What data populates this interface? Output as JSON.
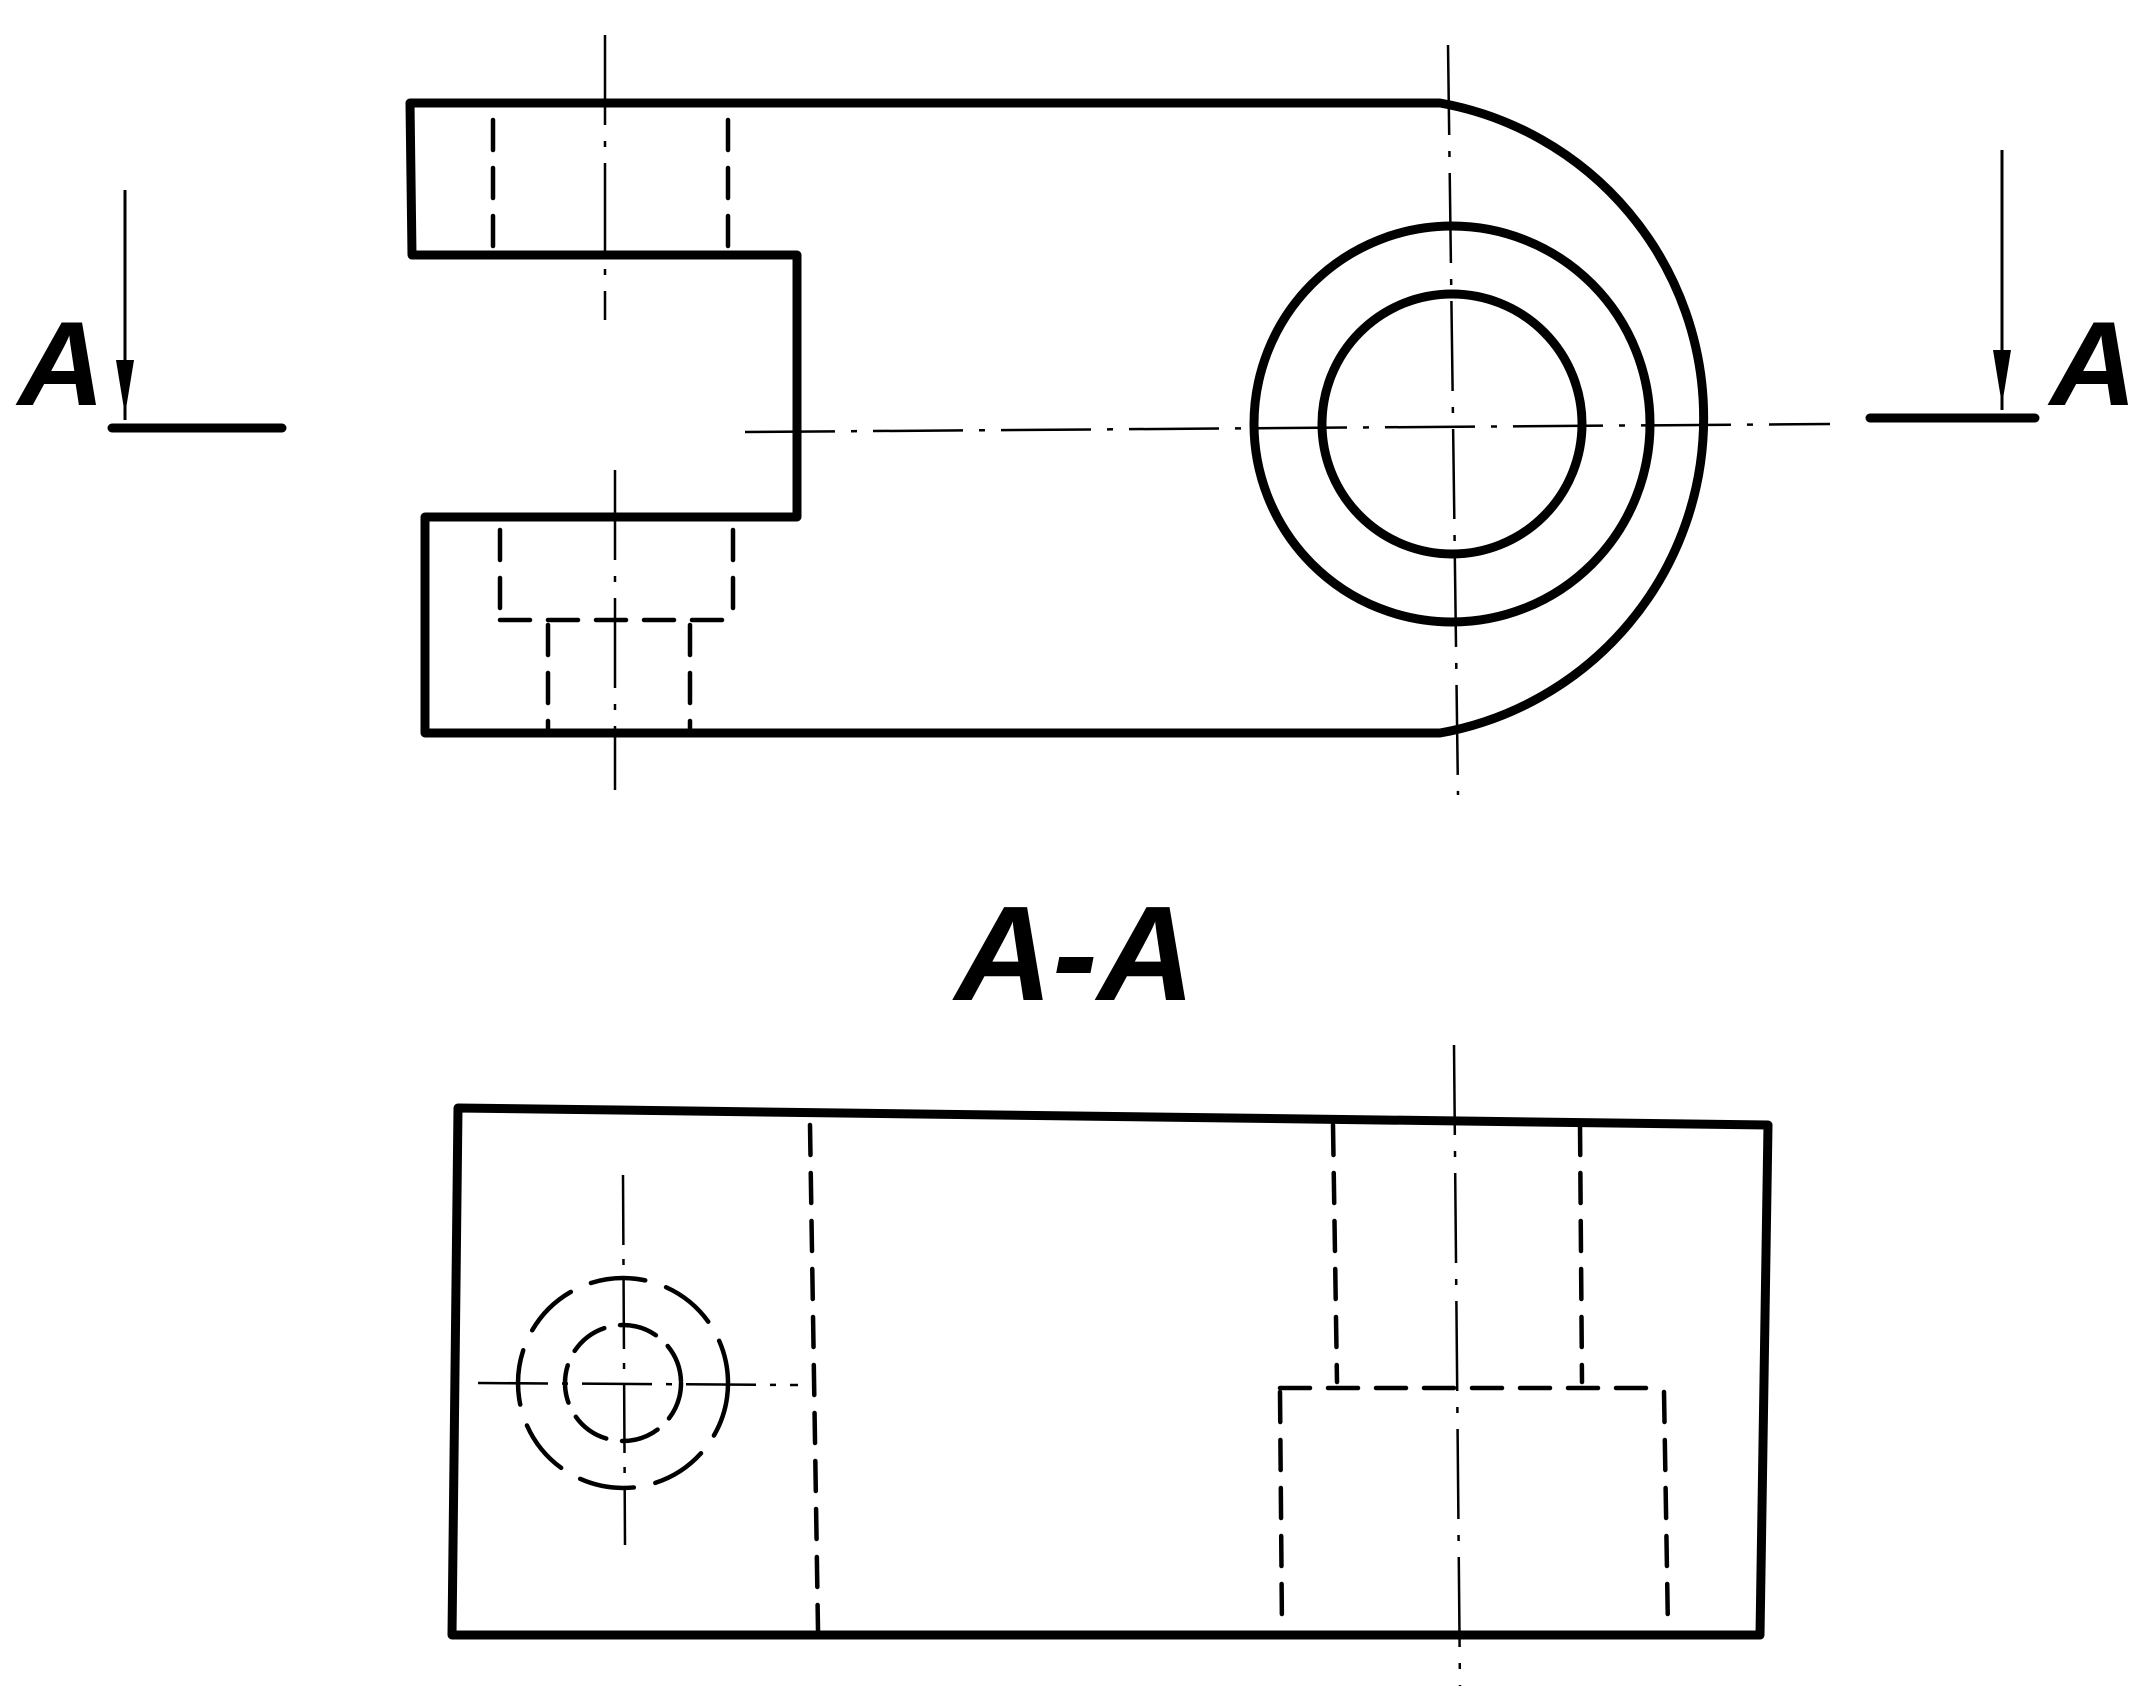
{
  "labels": {
    "cut_left": "A",
    "cut_right": "A",
    "section_title": "A-A"
  },
  "colors": {
    "line": "#000000",
    "background": "#ffffff"
  }
}
